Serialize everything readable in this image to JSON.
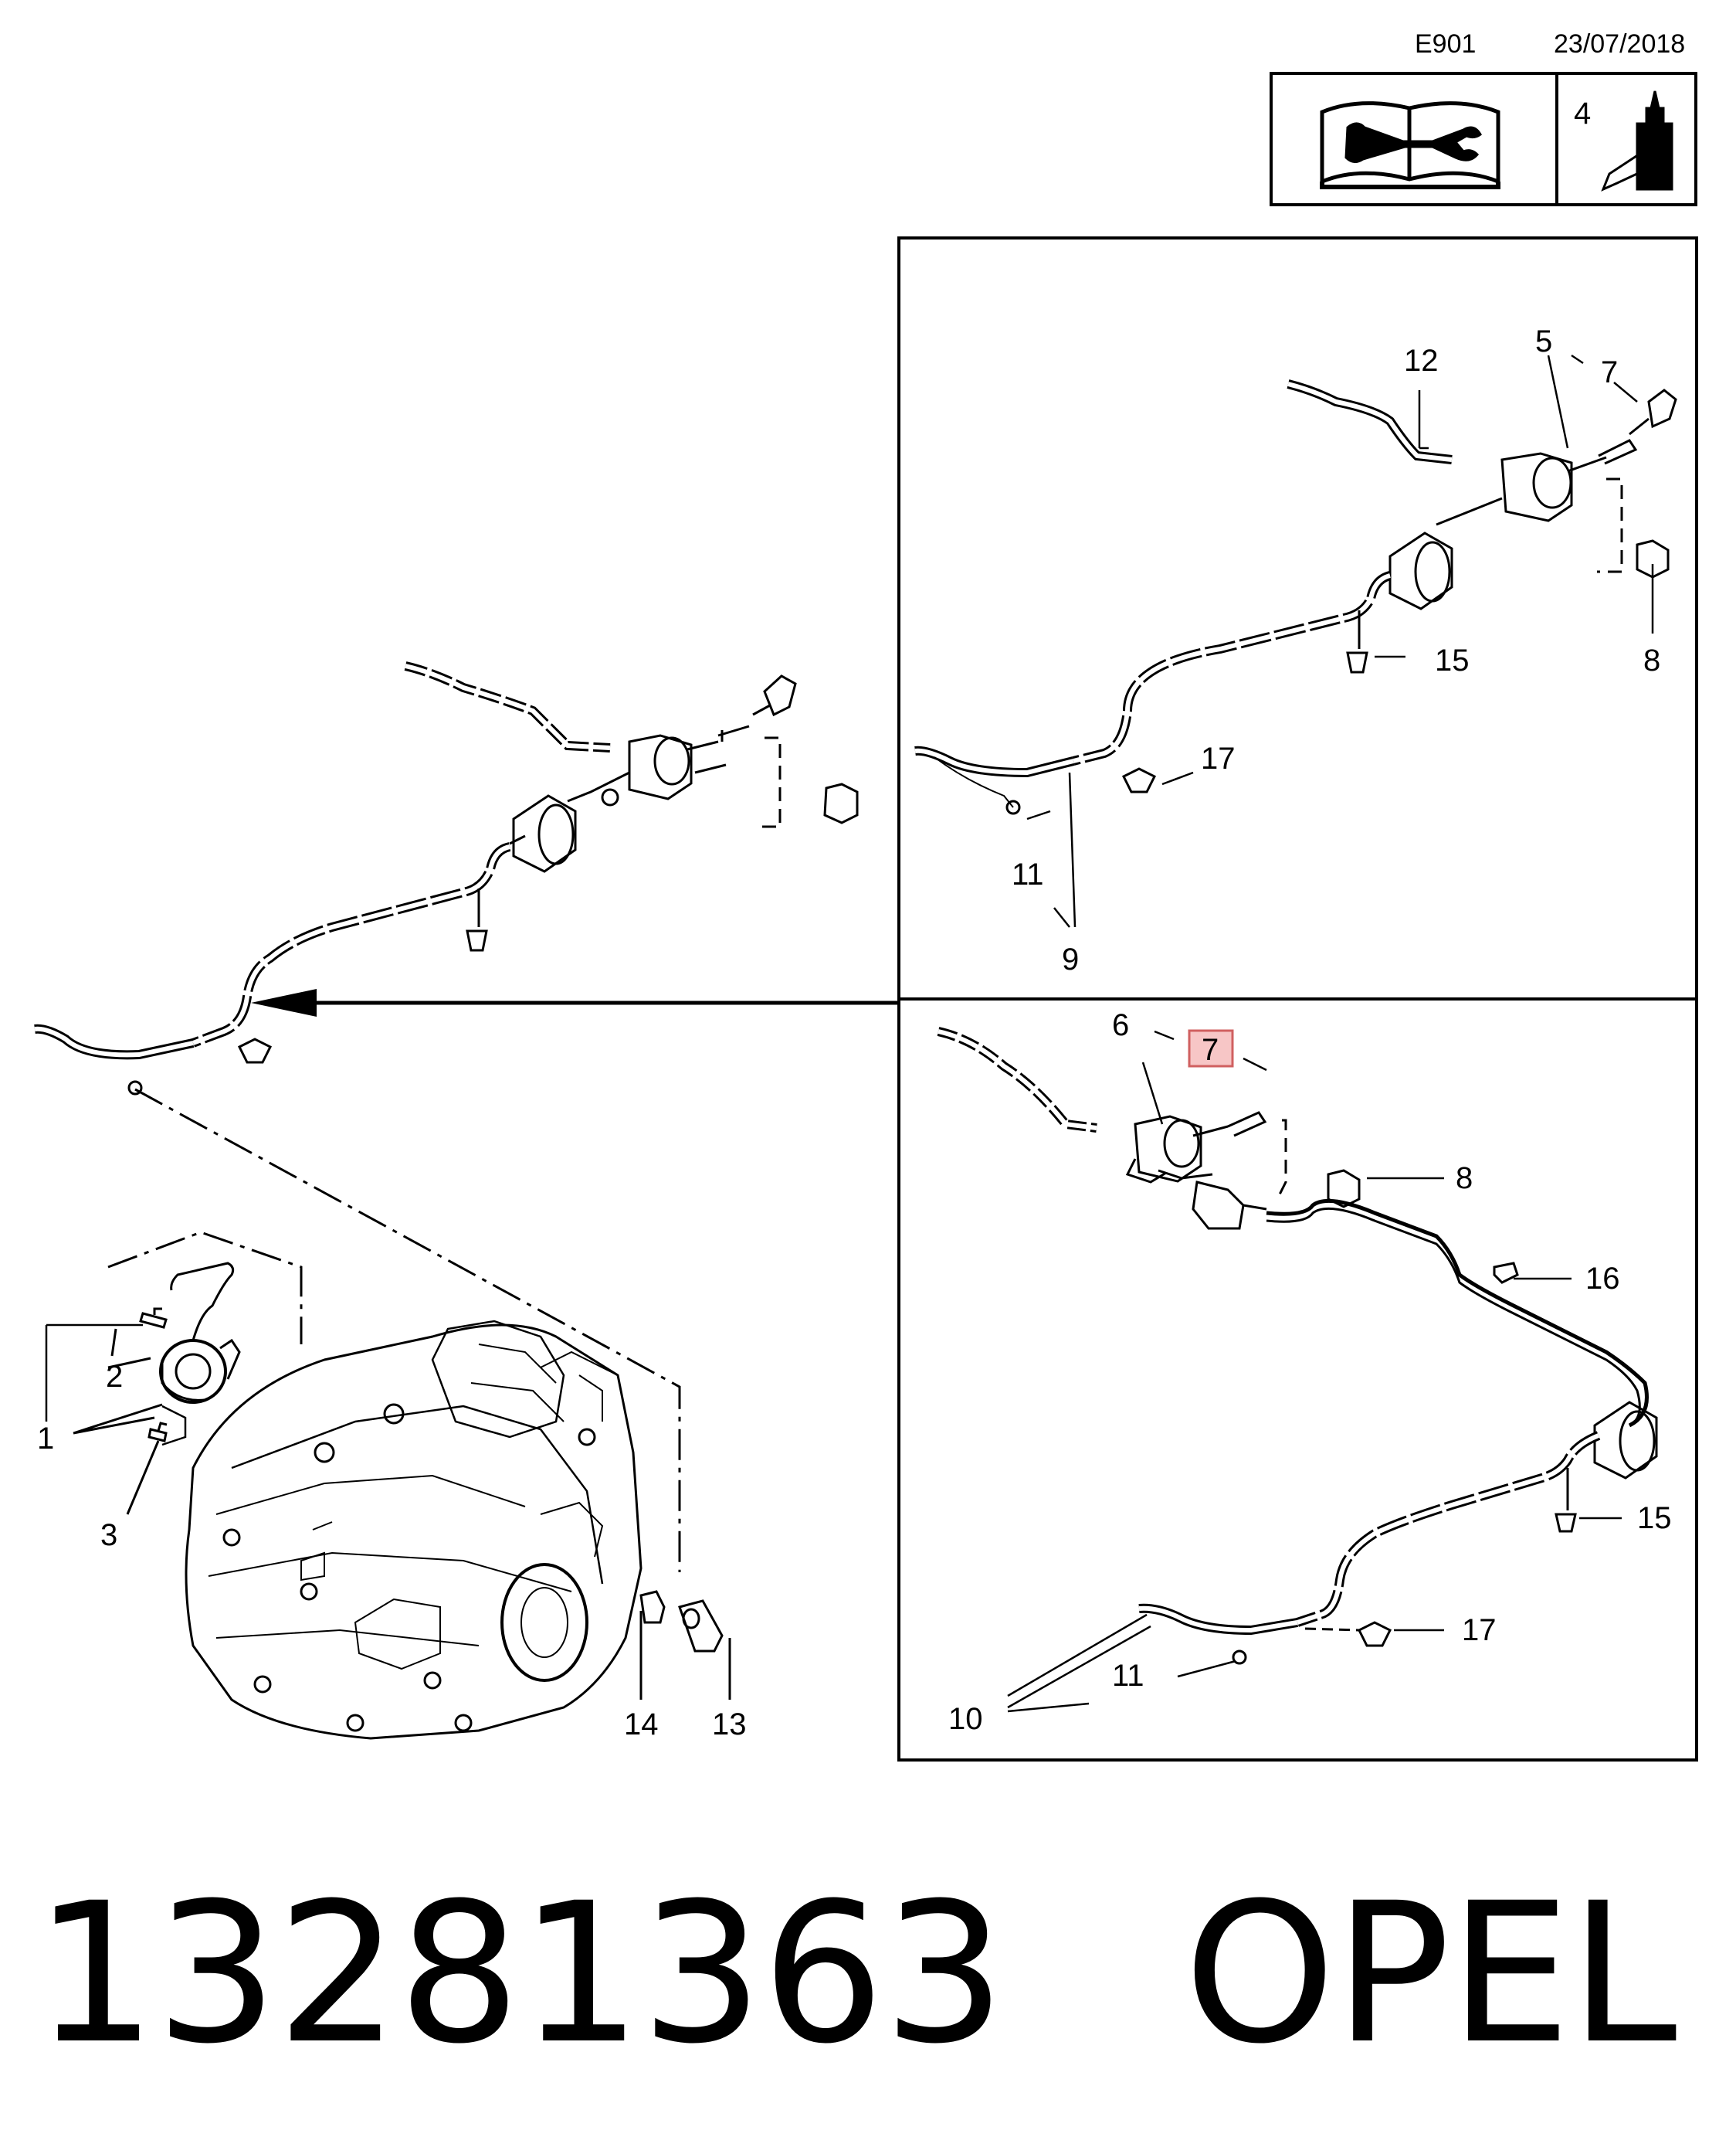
{
  "header": {
    "code": "E901",
    "date": "23/07/2018",
    "legend_number": "4",
    "manual_icon": "repair-manual-wrench-icon",
    "adhesive_icon": "adhesive-bottle-icon"
  },
  "callouts": {
    "n1": "1",
    "n2": "2",
    "n3": "3",
    "n5": "5",
    "n6": "6",
    "n7_top": "7",
    "n7_bottom": "7",
    "n8_top": "8",
    "n8_bottom": "8",
    "n9": "9",
    "n10": "10",
    "n11_top": "11",
    "n11_bottom": "11",
    "n12": "12",
    "n13": "13",
    "n14": "14",
    "n15_top": "15",
    "n15_bottom": "15",
    "n16": "16",
    "n17_top": "17",
    "n17_bottom": "17"
  },
  "highlight": {
    "part": "7",
    "color": "#f7c6c6",
    "border": "#d06060"
  },
  "footer": {
    "part_number": "13281363",
    "brand": "OPEL"
  }
}
